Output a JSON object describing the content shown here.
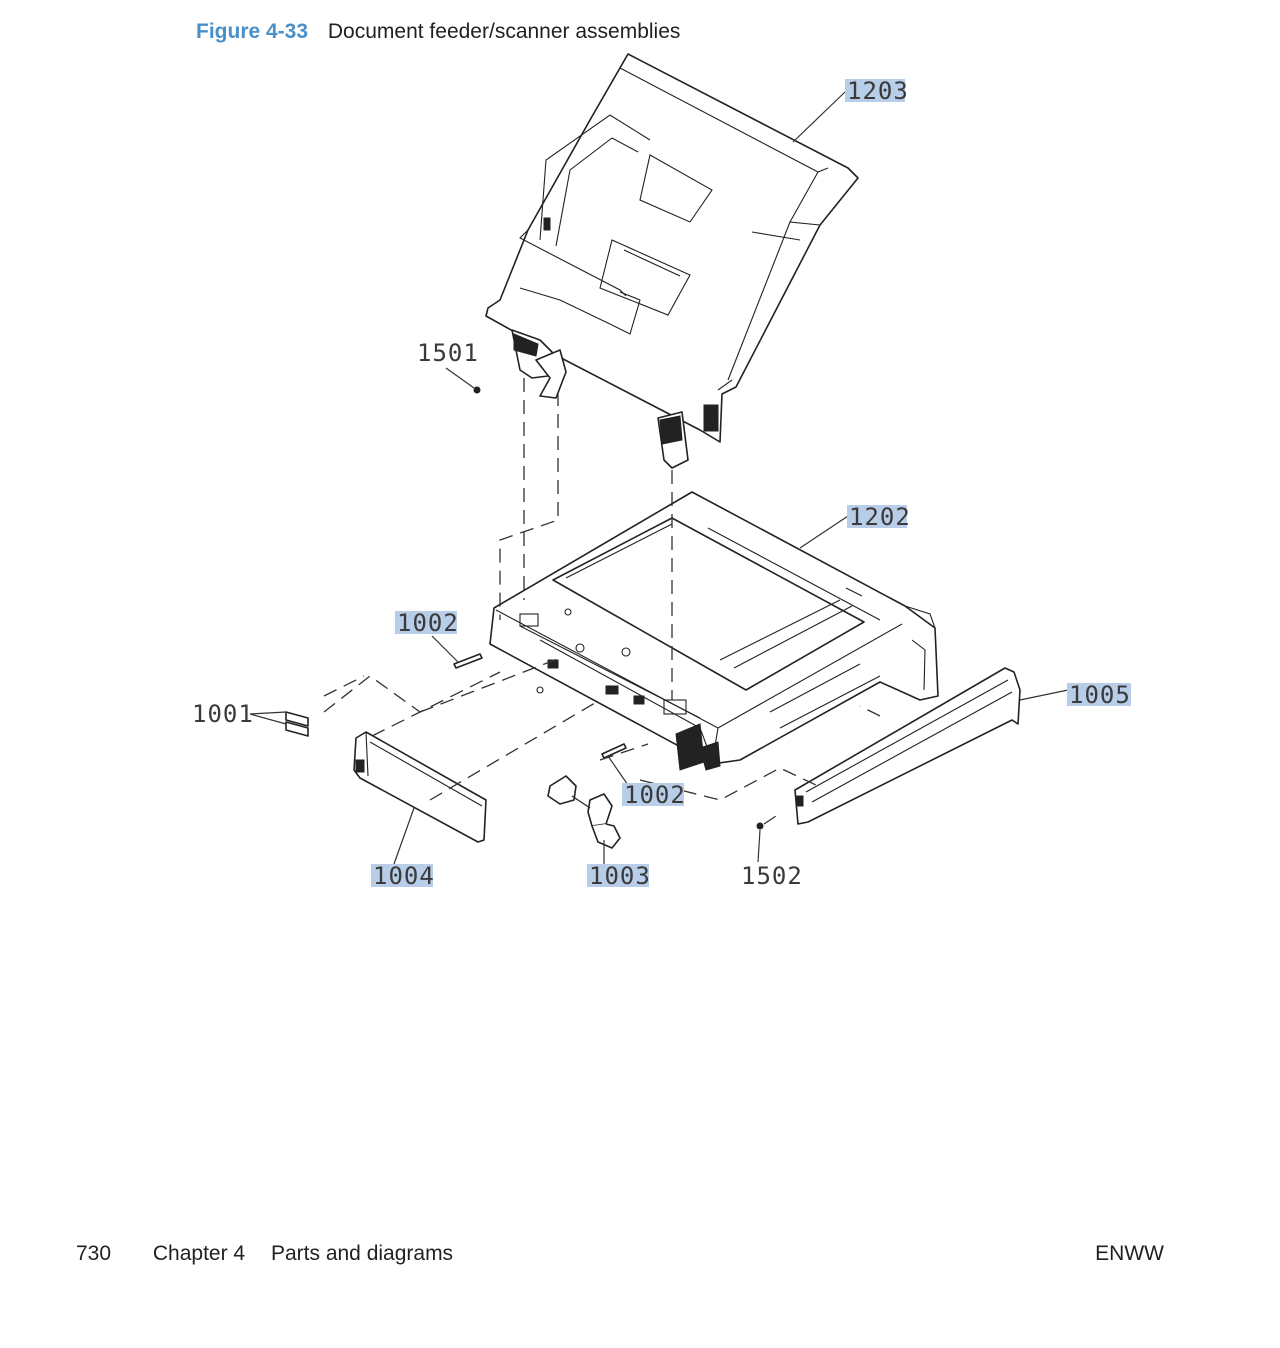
{
  "figure": {
    "number": "Figure 4-33",
    "title": "Document feeder/scanner assemblies"
  },
  "callouts": {
    "c1203": "1203",
    "c1202": "1202",
    "c1501": "1501",
    "c1002_upper": "1002",
    "c1001": "1001",
    "c1005": "1005",
    "c1002_lower": "1002",
    "c1004": "1004",
    "c1003": "1003",
    "c1502": "1502"
  },
  "footer": {
    "page_number": "730",
    "chapter": "Chapter 4",
    "section": "Parts and diagrams",
    "brand": "ENWW"
  },
  "colors": {
    "figure_label": "#4a90c8",
    "callout_highlight": "#b7cde8"
  }
}
